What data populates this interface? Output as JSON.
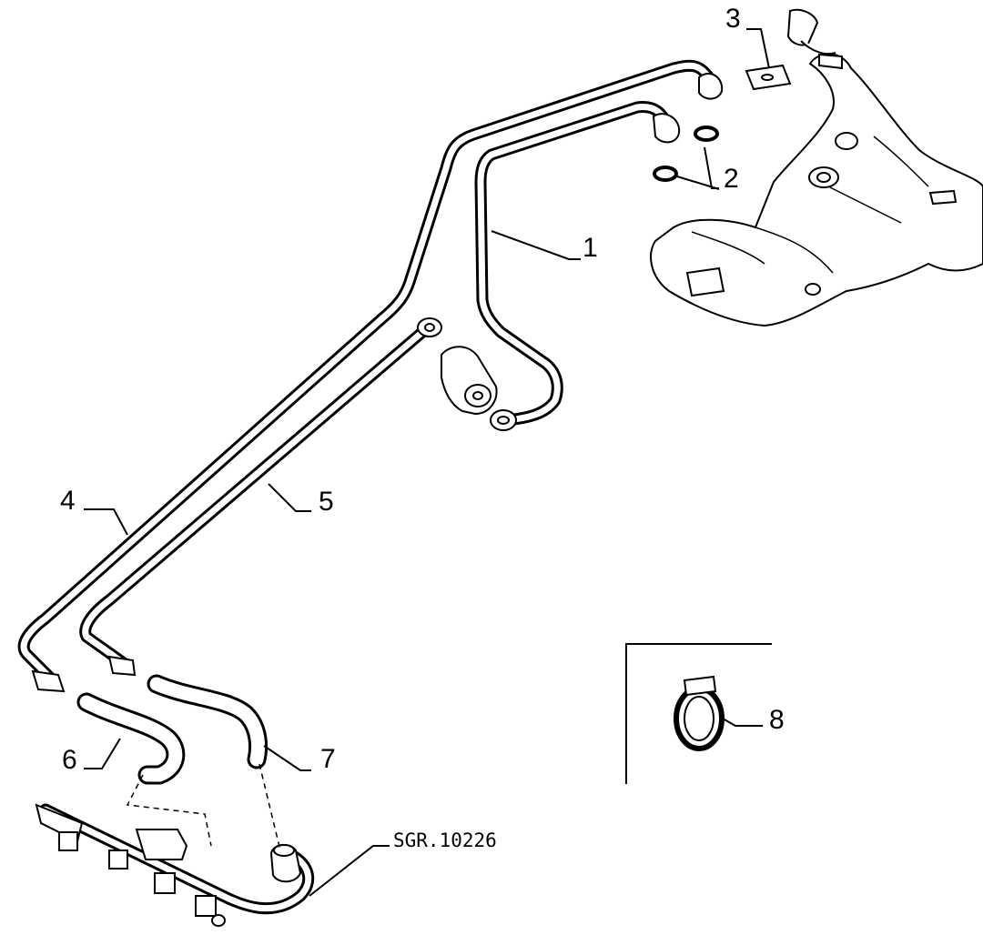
{
  "callouts": [
    {
      "id": "c1",
      "text": "1"
    },
    {
      "id": "c2",
      "text": "2"
    },
    {
      "id": "c3",
      "text": "3"
    },
    {
      "id": "c4",
      "text": "4"
    },
    {
      "id": "c5",
      "text": "5"
    },
    {
      "id": "c6",
      "text": "6"
    },
    {
      "id": "c7",
      "text": "7"
    },
    {
      "id": "c8",
      "text": "8"
    }
  ],
  "drawing_code": "SGR.10226"
}
